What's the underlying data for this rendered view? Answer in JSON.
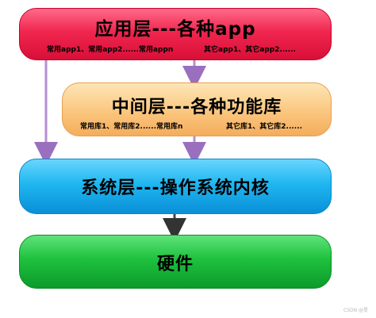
{
  "layers": {
    "app": {
      "title": "应用层---各种app",
      "left_text": "常用app1、常用app2......常用appn",
      "right_text": "其它app1、其它app2......"
    },
    "middle": {
      "title": "中间层---各种功能库",
      "left_text": "常用库1、常用库2......常用库n",
      "right_text": "其它库1、其它库2......"
    },
    "system": {
      "title": "系统层---操作系统内核"
    },
    "hardware": {
      "title": "硬件"
    }
  },
  "colors": {
    "app": "#f0264f",
    "middle": "#fbc67e",
    "system": "#1fb7f0",
    "hardware": "#1ec13e",
    "arrow_purple": "#9b6fbf",
    "arrow_dark": "#444444"
  },
  "watermark": "CSDN @旻"
}
